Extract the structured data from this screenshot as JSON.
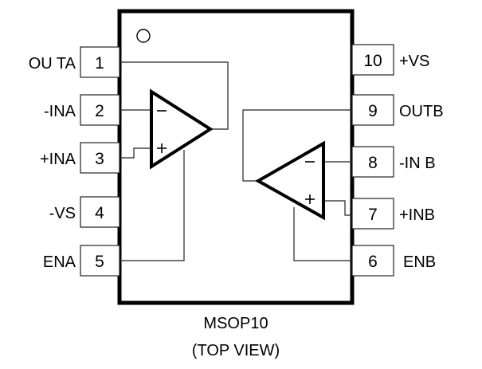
{
  "package": {
    "name": "MSOP10",
    "view": "(TOP VIEW)"
  },
  "pins_left": [
    {
      "num": "1",
      "label": "OU TA"
    },
    {
      "num": "2",
      "label": "-INA"
    },
    {
      "num": "3",
      "label": "+INA"
    },
    {
      "num": "4",
      "label": "-VS"
    },
    {
      "num": "5",
      "label": "ENA"
    }
  ],
  "pins_right": [
    {
      "num": "10",
      "label": "+VS"
    },
    {
      "num": "9",
      "label": "OUTB"
    },
    {
      "num": "8",
      "label": "-IN B"
    },
    {
      "num": "7",
      "label": "+INB"
    },
    {
      "num": "6",
      "label": "ENB"
    }
  ],
  "amplifiers": [
    {
      "id": "a",
      "minus": "−",
      "plus": "+"
    },
    {
      "id": "b",
      "minus": "−",
      "plus": "+"
    }
  ],
  "pin1_marker_icon": "circle-outline-icon"
}
